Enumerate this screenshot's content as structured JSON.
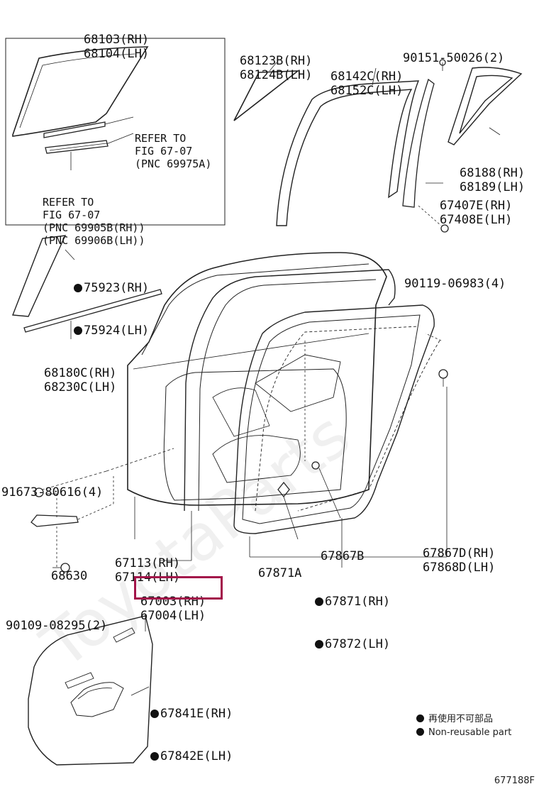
{
  "labels": {
    "glass_rh": "68103(RH)",
    "glass_lh": "68104(LH)",
    "refer1_a": "REFER TO",
    "refer1_b": "FIG 67-07",
    "refer1_c": "(PNC 69975A)",
    "refer2_a": "REFER TO",
    "refer2_b": "FIG 67-07",
    "refer2_c": "(PNC 69905B(RH))",
    "refer2_d": "(PNC 69906B(LH))",
    "qglass_rh": "68123B(RH)",
    "qglass_lh": "68124B(LH)",
    "run_rh": "68142C(RH)",
    "run_lh": "68152C(LH)",
    "screw_top": "90151-50026(2)",
    "frame_rh": "68188(RH)",
    "frame_lh": "68189(LH)",
    "channel_rh": "67407E(RH)",
    "channel_lh": "67408E(LH)",
    "bolt_right": "90119-06983(4)",
    "tape_rh": "75923(RH)",
    "tape_lh": "75924(LH)",
    "belt_rh": "68180C(RH)",
    "belt_lh": "68230C(LH)",
    "bolt_left": "91673-80616(4)",
    "hinge": "68630",
    "panel_rh": "67113(RH)",
    "panel_lh": "67114(LH)",
    "door_rh": "67003(RH)",
    "door_lh": "67004(LH)",
    "seal_a": "67867B",
    "seal_d_rh": "67867D(RH)",
    "seal_d_lh": "67868D(LH)",
    "clip": "67871A",
    "wstrip_rh": "67871(RH)",
    "wstrip_lh": "67872(LH)",
    "bolt_bottom": "90109-08295(2)",
    "cover_rh": "67841E(RH)",
    "cover_lh": "67842E(LH)"
  },
  "legend": {
    "jp": "再使用不可部品",
    "en": "Non-reusable part"
  },
  "figure_code": "677188F",
  "watermark": "ToyotaParts",
  "colors": {
    "highlight": "#a3144a",
    "line": "#222222"
  }
}
